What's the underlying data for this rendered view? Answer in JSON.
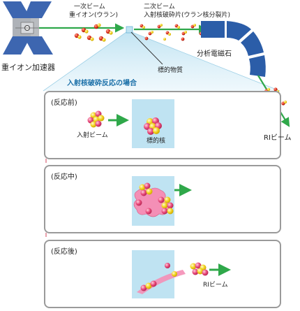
{
  "labels": {
    "accelerator": "重イオン加速器",
    "primary_beam_line1": "一次ビーム",
    "primary_beam_line2": "重イオン(ウラン)",
    "secondary_beam_line1": "二次ビーム",
    "secondary_beam_line2": "入射核破砕片(ウラン核分裂片)",
    "magnet": "分析電磁石",
    "target_material": "標的物質",
    "ri_beam": "RIビーム",
    "reaction_heading": "入射核破砕反応の場合"
  },
  "panels": [
    {
      "title": "(反応前)",
      "incoming_label": "入射ビーム",
      "target_label": "標的核"
    },
    {
      "title": "(反応中)"
    },
    {
      "title": "(反応後)",
      "outgoing_label": "RIビーム"
    }
  ],
  "colors": {
    "accelerator_blue": "#3d66b0",
    "accelerator_grey": "#b9bcc0",
    "beam_green": "#2fa84a",
    "magnet_blue": "#2b5da8",
    "target_cyan": "#bfe3f2",
    "heading_blue": "#1a6fa8",
    "panel_border": "#9a9a9a",
    "proton_pink": "#e8487a",
    "neutron_yellow": "#f2d21c",
    "fragment_pink": "#f48fb6"
  },
  "icons": [
    "accelerator-icon",
    "nucleus-icon",
    "arrow-icon",
    "magnet-icon"
  ]
}
